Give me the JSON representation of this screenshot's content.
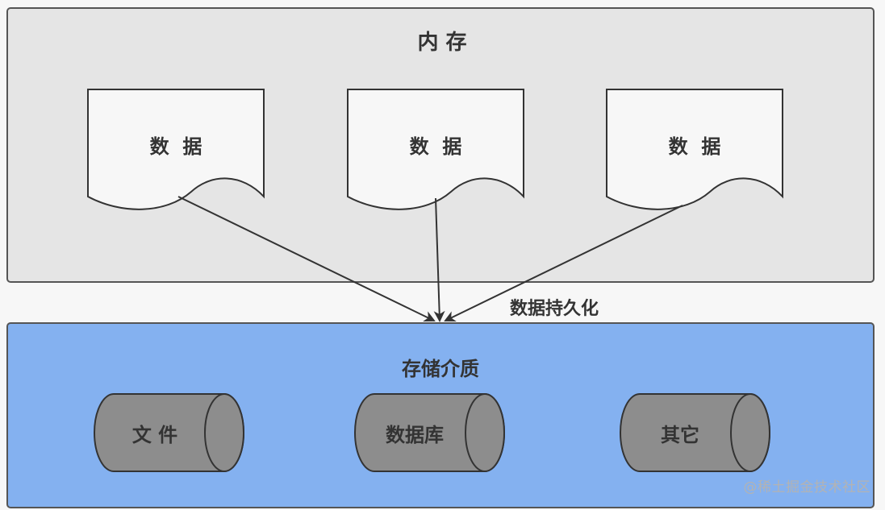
{
  "memory": {
    "title": "内 存",
    "items": [
      {
        "label": "数  据"
      },
      {
        "label": "数  据"
      },
      {
        "label": "数  据"
      }
    ]
  },
  "arrow_label": "数据持久化",
  "storage": {
    "title": "存储介质",
    "items": [
      {
        "label": "文 件"
      },
      {
        "label": "数据库"
      },
      {
        "label": "其它"
      }
    ]
  },
  "watermark": "@稀土掘金技术社区",
  "colors": {
    "memory_fill": "#e5e5e5",
    "storage_fill": "#84b1f0",
    "doc_fill": "#f7f7f7",
    "cylinder_fill": "#8d8d8d",
    "stroke": "#333333",
    "text": "#333333"
  }
}
